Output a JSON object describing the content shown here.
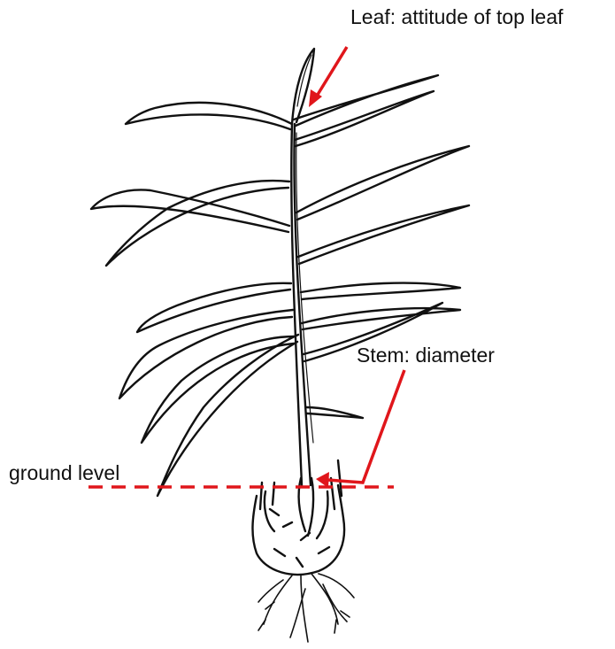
{
  "annotations": {
    "leaf_label": "Leaf: attitude of top leaf",
    "stem_label": "Stem: diameter",
    "ground_label": "ground level"
  },
  "colors": {
    "annotation": "#e0161b",
    "drawing": "#111111",
    "background": "#ffffff"
  }
}
